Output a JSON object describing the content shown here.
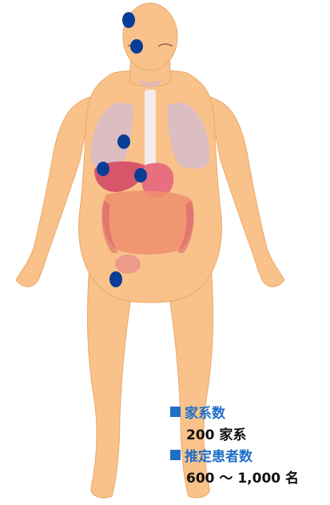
{
  "colors": {
    "skin": "#f9c28b",
    "skin_outline": "#e9a868",
    "lungs": "#d7bcc8",
    "liver": "#d8566a",
    "stomach": "#e86f7f",
    "intestine": "#ef8f6d",
    "bladder": "#ed9a88",
    "thyroid": "#e3b7b7",
    "spine": "#f4ecec",
    "marker": "#0a3d97",
    "legend_blue": "#1f6fc6",
    "text": "#111111"
  },
  "markers": [
    "brain-marker",
    "eye-marker",
    "neck-marker",
    "liver-marker",
    "stomach-marker",
    "pelvis-marker"
  ],
  "legend": {
    "marker_symbol": "■",
    "families_label": "家系数",
    "families_value": "200 家系",
    "patients_label": "推定患者数",
    "patients_value": "600 ～ 1,000 名"
  }
}
